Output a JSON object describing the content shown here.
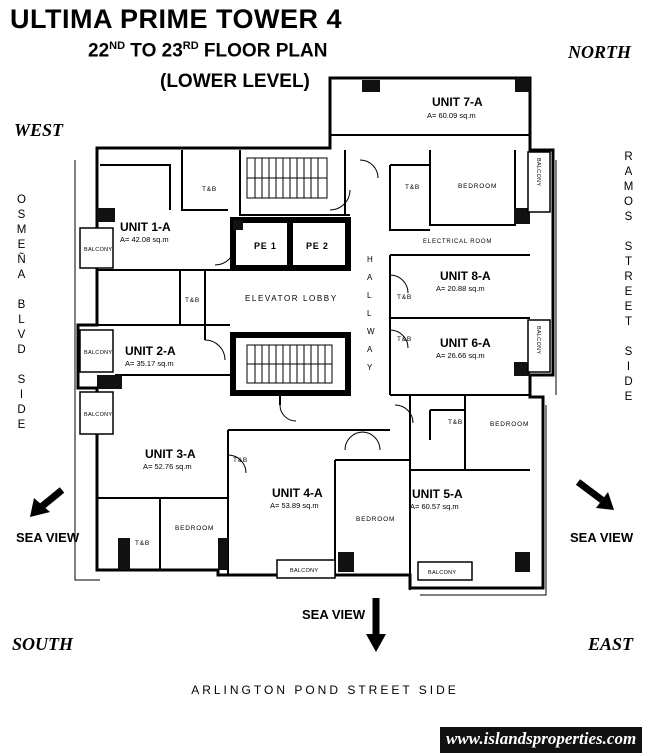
{
  "header": {
    "title": "ULTIMA PRIME TOWER 4",
    "subtitle_line1": {
      "a": "22",
      "a_sup": "ND",
      "b": " TO 23",
      "b_sup": "RD",
      "c": " FLOOR PLAN"
    },
    "subtitle_line2": "(LOWER LEVEL)"
  },
  "compass": {
    "north": "NORTH",
    "south": "SOUTH",
    "east": "EAST",
    "west": "WEST"
  },
  "streets": {
    "left": [
      "O",
      "S",
      "M",
      "E",
      "Ñ",
      "A",
      "",
      "B",
      "L",
      "V",
      "D",
      "",
      "S",
      "I",
      "D",
      "E"
    ],
    "right": [
      "R",
      "A",
      "M",
      "O",
      "S",
      "",
      "S",
      "T",
      "R",
      "E",
      "E",
      "T",
      "",
      "S",
      "I",
      "D",
      "E"
    ],
    "bottom": "ARLINGTON POND STREET SIDE"
  },
  "sea_view": {
    "left": "SEA VIEW",
    "right": "SEA VIEW",
    "bottom": "SEA VIEW"
  },
  "units": [
    {
      "name": "UNIT 7-A",
      "area": "A= 60.09 sq.m"
    },
    {
      "name": "UNIT 1-A",
      "area": "A= 42.08 sq.m"
    },
    {
      "name": "UNIT 8-A",
      "area": "A= 20.88 sq.m"
    },
    {
      "name": "UNIT 6-A",
      "area": "A= 26.66 sq.m"
    },
    {
      "name": "UNIT 2-A",
      "area": "A= 35.17 sq.m"
    },
    {
      "name": "UNIT 3-A",
      "area": "A= 52.76 sq.m"
    },
    {
      "name": "UNIT 4-A",
      "area": "A= 53.89 sq.m"
    },
    {
      "name": "UNIT 5-A",
      "area": "A= 60.57 sq.m"
    }
  ],
  "rooms": {
    "pe1": "PE 1",
    "pe2": "PE 2",
    "elevator_lobby": "ELEVATOR LOBBY",
    "hallway": [
      "H",
      "A",
      "L",
      "L",
      "W",
      "A",
      "Y"
    ],
    "electrical_room": "ELECTRICAL ROOM",
    "bedroom": "BEDROOM",
    "tb": "T&B",
    "balcony": "BALCONY"
  },
  "watermark": "www.islandsproperties.com"
}
